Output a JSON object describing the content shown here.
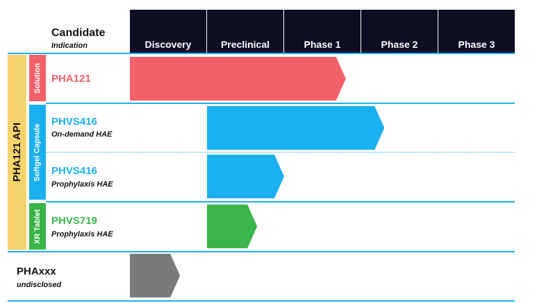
{
  "header": {
    "candidate_label": "Candidate",
    "indication_label": "Indication"
  },
  "phases": [
    "Discovery",
    "Preclinical",
    "Phase 1",
    "Phase 2",
    "Phase 3"
  ],
  "groups": {
    "api_label": "PHA121 API",
    "solution_label": "Solution",
    "softgel_label": "Softgel Capsule",
    "xr_label": "XR Tablet"
  },
  "colors": {
    "header_bg": "#0d0d23",
    "api_bar": "#f7d36b",
    "red": "#f2606a",
    "blue": "#1ab0ef",
    "green": "#3ab54a",
    "gray": "#7a7a7a",
    "divider": "#1ab0ef"
  },
  "chart_data": {
    "type": "bar",
    "categories": [
      "Discovery",
      "Preclinical",
      "Phase 1",
      "Phase 2",
      "Phase 3"
    ],
    "rows": [
      {
        "candidate": "PHA121",
        "indication": "",
        "start": "Discovery",
        "progress_phases": 2.8,
        "color": "#f2606a",
        "text_color": "#f2606a"
      },
      {
        "candidate": "PHVS416",
        "indication": "On-demand HAE",
        "start": "Preclinical",
        "progress_phases": 2.3,
        "color": "#1ab0ef",
        "text_color": "#1ab0ef"
      },
      {
        "candidate": "PHVS416",
        "indication": "Prophylaxis HAE",
        "start": "Preclinical",
        "progress_phases": 1.0,
        "color": "#1ab0ef",
        "text_color": "#1ab0ef"
      },
      {
        "candidate": "PHVS719",
        "indication": "Prophylaxis HAE",
        "start": "Preclinical",
        "progress_phases": 0.65,
        "color": "#3ab54a",
        "text_color": "#3ab54a"
      },
      {
        "candidate": "PHAxxx",
        "indication": "undisclosed",
        "start": "Discovery",
        "progress_phases": 0.65,
        "color": "#7a7a7a",
        "text_color": "#111111"
      }
    ]
  }
}
